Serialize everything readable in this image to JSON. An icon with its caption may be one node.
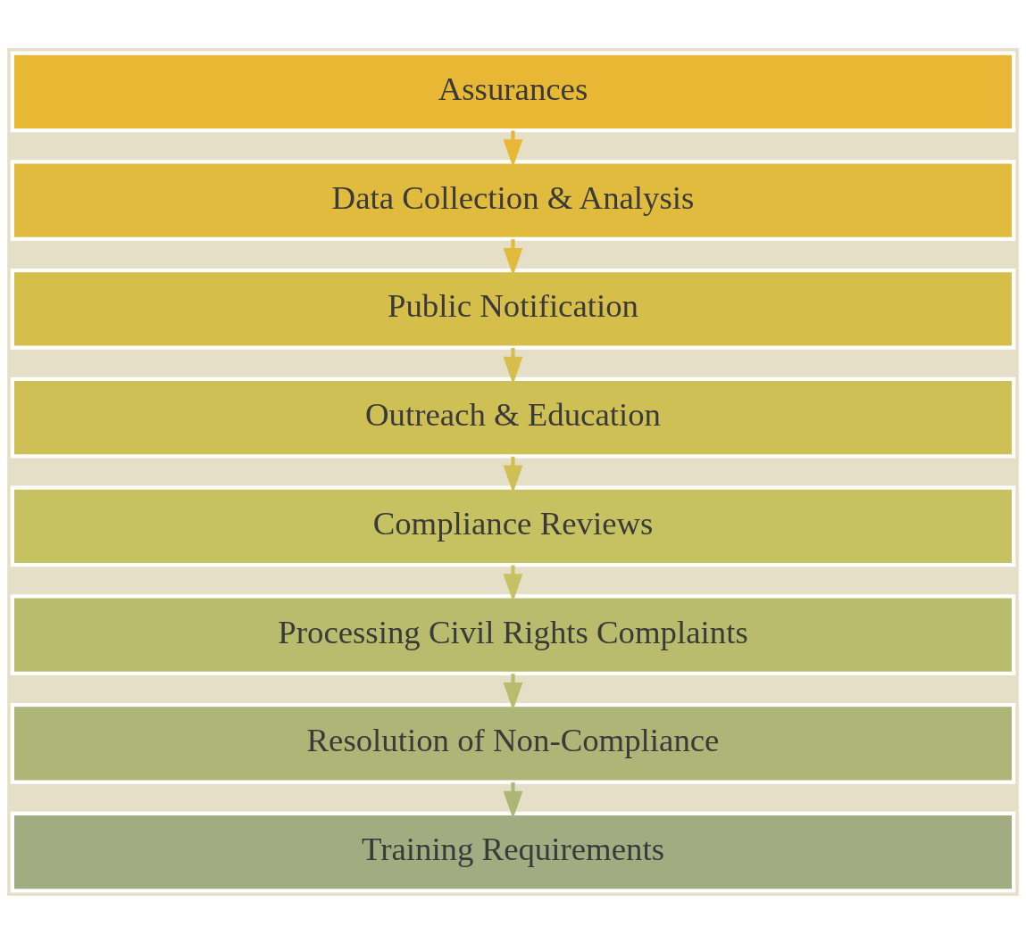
{
  "diagram": {
    "nodes": [
      {
        "text": [
          "Assurances"
        ]
      },
      {
        "text": [
          "Data Collection & Analysis"
        ]
      },
      {
        "text": [
          "Public Notification"
        ]
      },
      {
        "text": [
          "Outreach & Education"
        ]
      },
      {
        "text": [
          "Compliance Reviews"
        ]
      },
      {
        "text": [
          "Processing Civil Rights Complaints"
        ]
      },
      {
        "text": [
          "Resolution of Non-Compliance"
        ]
      },
      {
        "text": [
          "Training Requirements"
        ]
      }
    ],
    "edges": [
      {
        "from": 0,
        "to": 1,
        "arrow": "to"
      },
      {
        "from": 1,
        "to": 2,
        "arrow": "to"
      },
      {
        "from": 2,
        "to": 3,
        "arrow": "to"
      },
      {
        "from": 3,
        "to": 4,
        "arrow": "to"
      },
      {
        "from": 4,
        "to": 5,
        "arrow": "to"
      },
      {
        "from": 5,
        "to": 6,
        "arrow": "to"
      },
      {
        "from": 6,
        "to": 7,
        "arrow": "to"
      }
    ]
  }
}
